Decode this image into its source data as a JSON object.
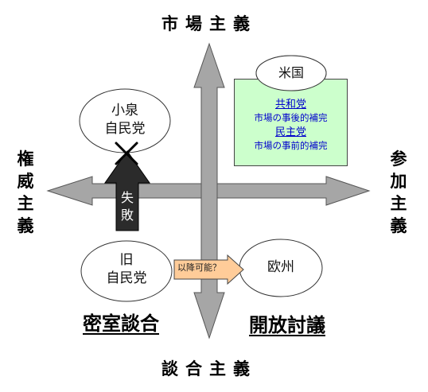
{
  "axes": {
    "top": "市場主義",
    "bottom": "談合主義",
    "left": "権威主義",
    "right": "参加主義"
  },
  "nodes": {
    "koizumi": "小泉\n自民党",
    "old_ldp": "旧\n自民党",
    "europe": "欧州",
    "usa": "米国"
  },
  "usa_box": {
    "party1": "共和党",
    "desc1": "市場の事後的補完",
    "party2": "民主党",
    "desc2": "市場の事前的補完"
  },
  "fail_label": "失\n敗",
  "transition_label": "以降可能？",
  "captions": {
    "bottom_left": "密室談合",
    "bottom_right": "開放討議"
  },
  "colors": {
    "axis_gray": "#a6a6a6",
    "fail_arrow": "#2b2b2b",
    "transition_arrow": "#ffcc99",
    "usa_box_bg": "#ccffcc",
    "usa_box_text": "#0000cc"
  }
}
